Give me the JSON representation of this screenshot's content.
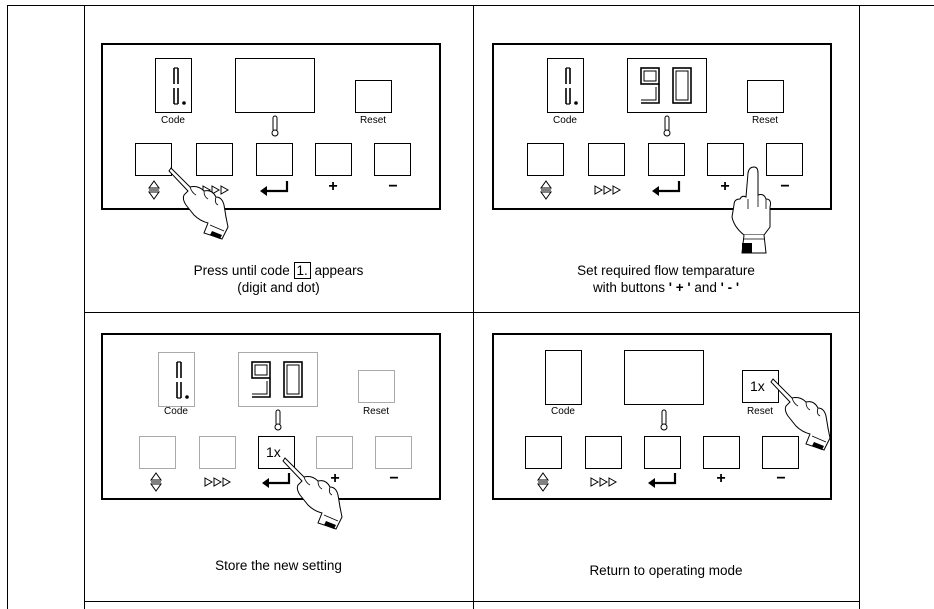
{
  "labels": {
    "code": "Code",
    "reset": "Reset",
    "plus": "+",
    "minus": "−",
    "press_once": "1x"
  },
  "captions": {
    "q1_line1_pre": "Press until code",
    "q1_code": "1.",
    "q1_line1_post": "appears",
    "q1_line2": "(digit and dot)",
    "q2_line1": "Set required flow temparature",
    "q2_line2_pre": "with buttons",
    "q2_plus": "' + '",
    "q2_and": "and",
    "q2_minus": "' - '",
    "q3": "Store the new setting",
    "q4": "Return to operating mode"
  },
  "displays": {
    "code_digit": "1.",
    "temperature": "90"
  },
  "icons": {
    "button1": "up-down-arrows-icon",
    "button2": "triple-triangle-icon",
    "button3": "enter-arrow-icon",
    "hand": "pointing-hand-icon",
    "thermometer": "thermometer-icon"
  }
}
